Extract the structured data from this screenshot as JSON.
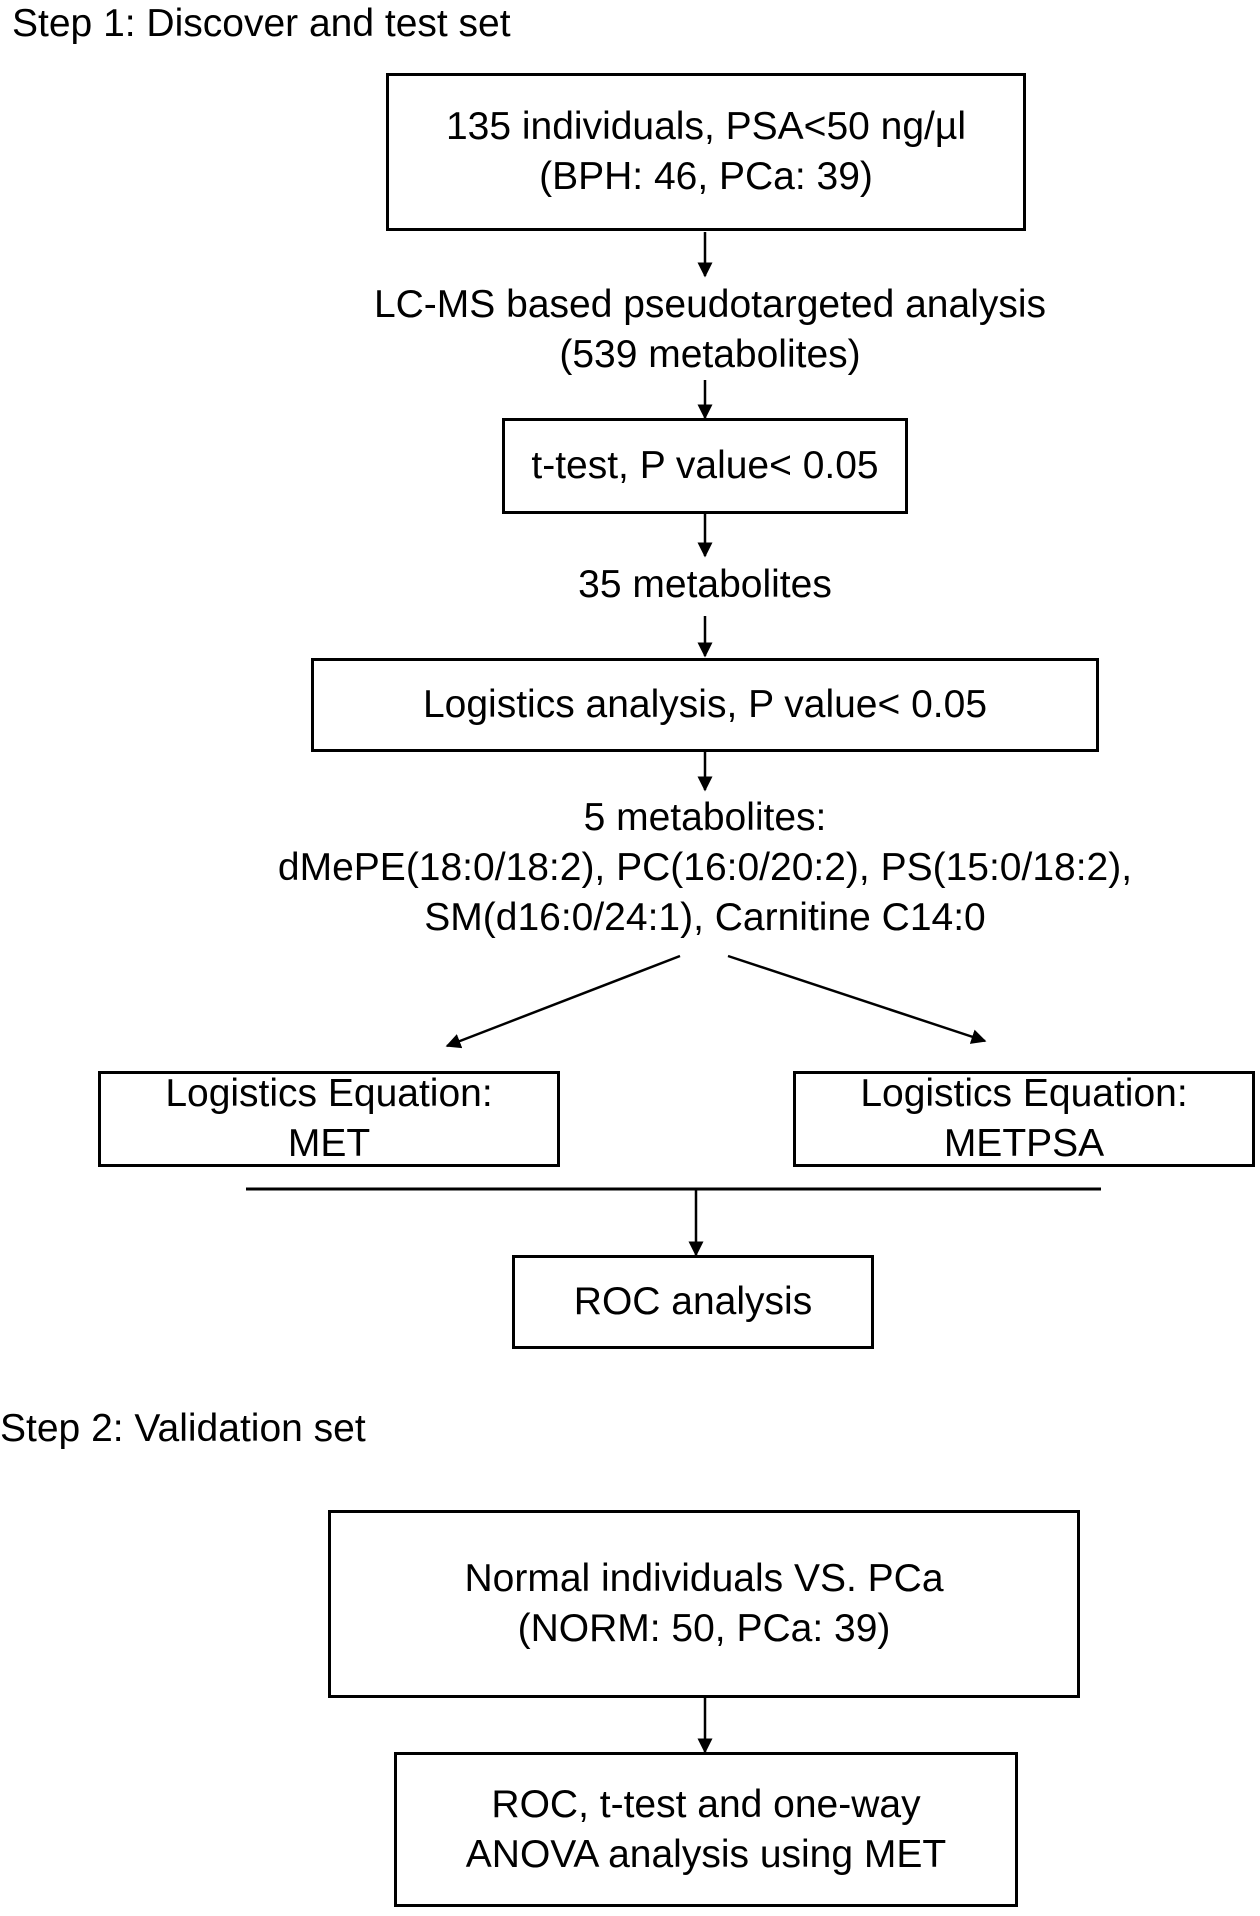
{
  "step1": {
    "title": "Step 1: Discover and test set",
    "box1": {
      "line1": "135 individuals,  PSA<50 ng/µl",
      "line2": "(BPH: 46, PCa: 39)"
    },
    "text_lcms": {
      "line1": "LC-MS based pseudotargeted analysis",
      "line2": "(539 metabolites)"
    },
    "box_ttest": "t-test, P value< 0.05",
    "text_35": "35 metabolites",
    "box_logistics": "Logistics analysis, P value< 0.05",
    "text_5": {
      "line1": "5 metabolites:",
      "line2": "dMePE(18:0/18:2), PC(16:0/20:2), PS(15:0/18:2),",
      "line3": "SM(d16:0/24:1), Carnitine C14:0"
    },
    "box_met": {
      "line1": "Logistics Equation:",
      "line2": "MET"
    },
    "box_metpsa": {
      "line1": "Logistics Equation:",
      "line2": "METPSA"
    },
    "box_roc": "ROC analysis"
  },
  "step2": {
    "title": "Step 2: Validation set",
    "box_normal": {
      "line1": "Normal individuals VS. PCa",
      "line2": "(NORM: 50, PCa: 39)"
    },
    "box_final": {
      "line1": "ROC, t-test and one-way",
      "line2": "ANOVA analysis using MET"
    }
  }
}
